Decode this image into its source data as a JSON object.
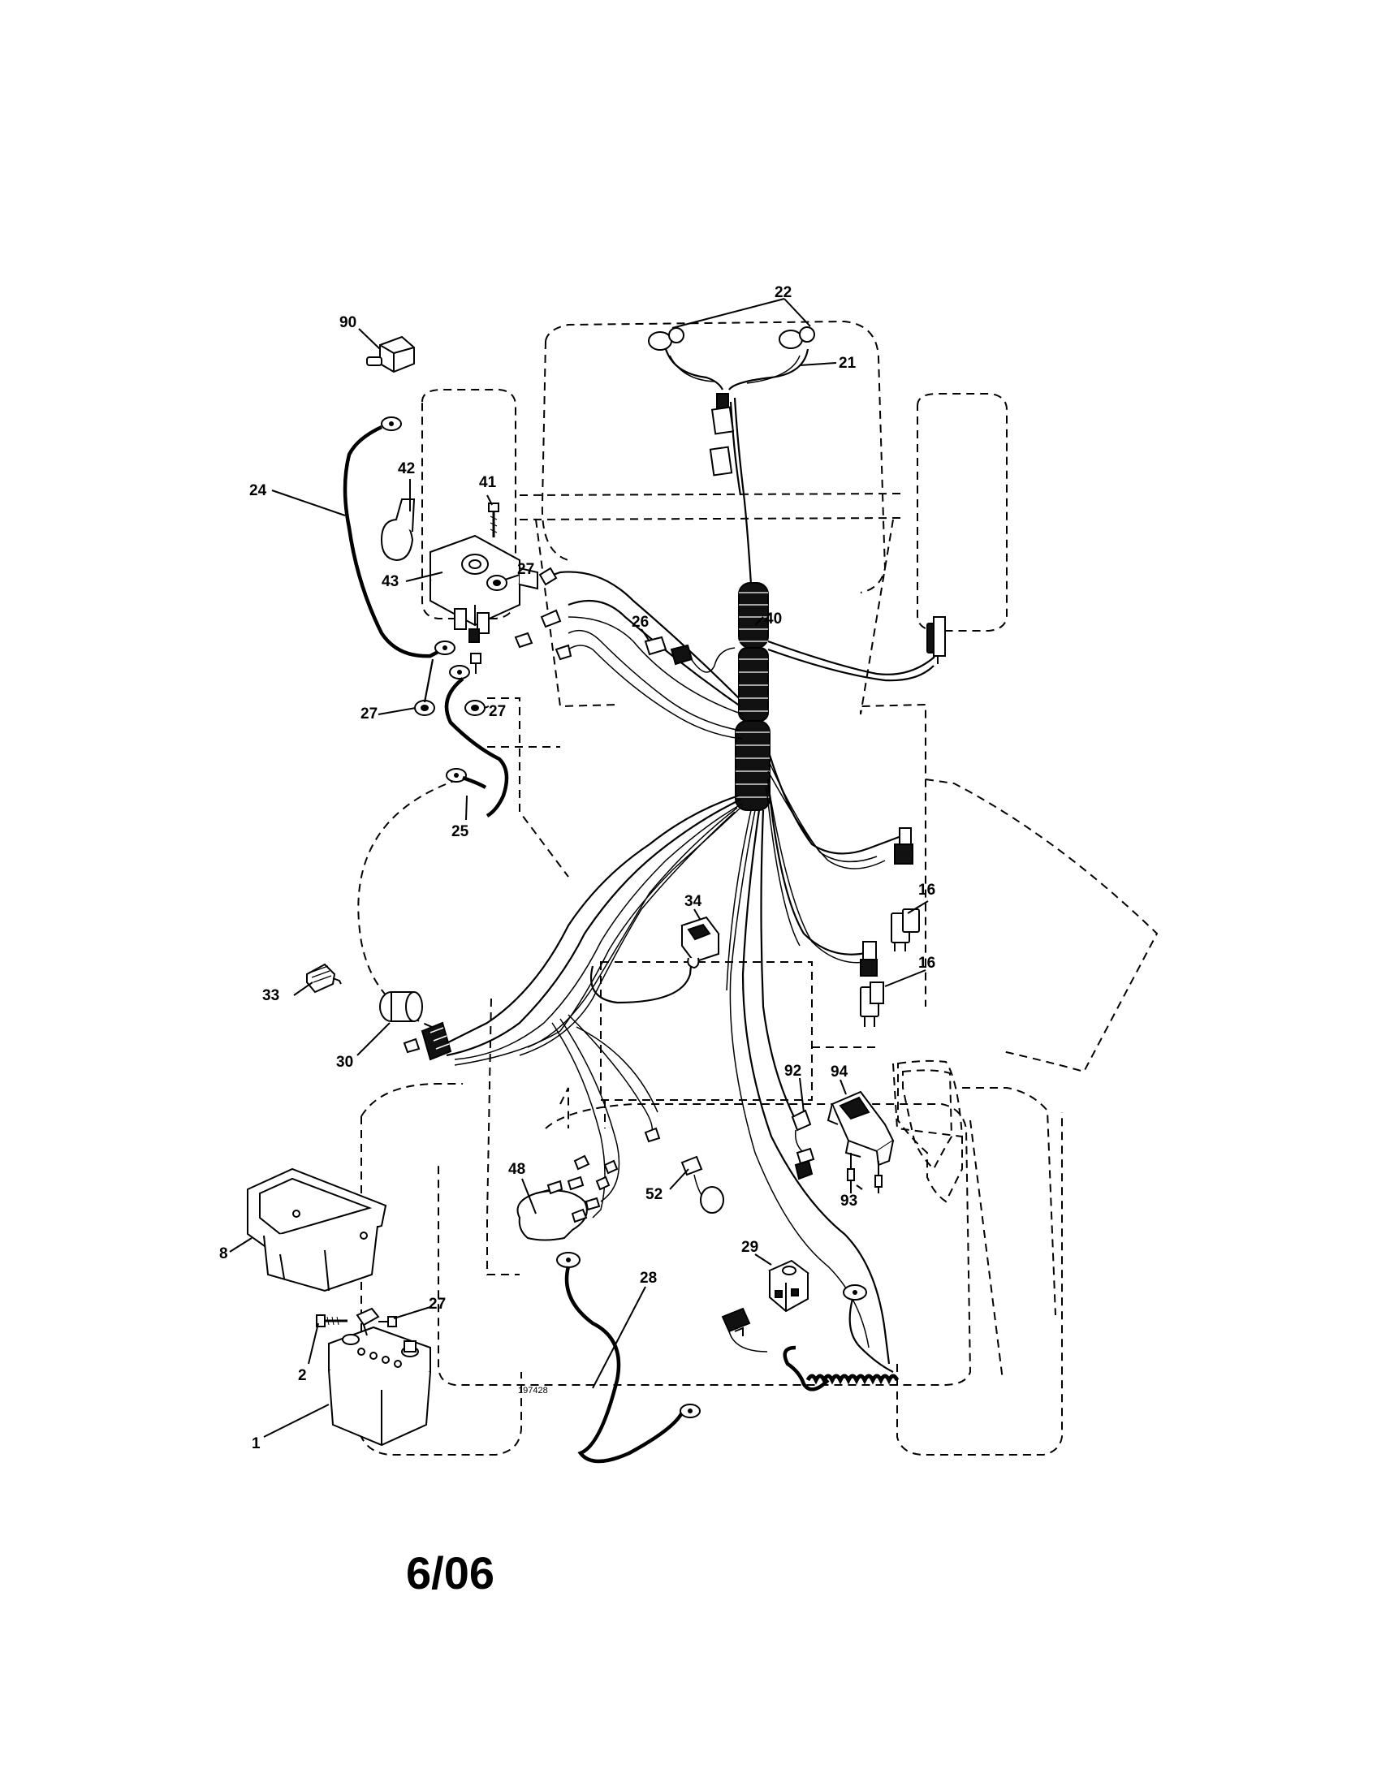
{
  "drawing_number": "197428",
  "footer": "6/06",
  "callouts": {
    "c1": "1",
    "c2": "2",
    "c8": "8",
    "c16a": "16",
    "c16b": "16",
    "c21": "21",
    "c22": "22",
    "c24": "24",
    "c25": "25",
    "c26": "26",
    "c27a": "27",
    "c27b": "27",
    "c27c": "27",
    "c27d": "27",
    "c28": "28",
    "c29": "29",
    "c30": "30",
    "c33": "33",
    "c34": "34",
    "c40": "40",
    "c41": "41",
    "c42": "42",
    "c43": "43",
    "c48": "48",
    "c52": "52",
    "c90": "90",
    "c92": "92",
    "c93": "93",
    "c94": "94"
  }
}
